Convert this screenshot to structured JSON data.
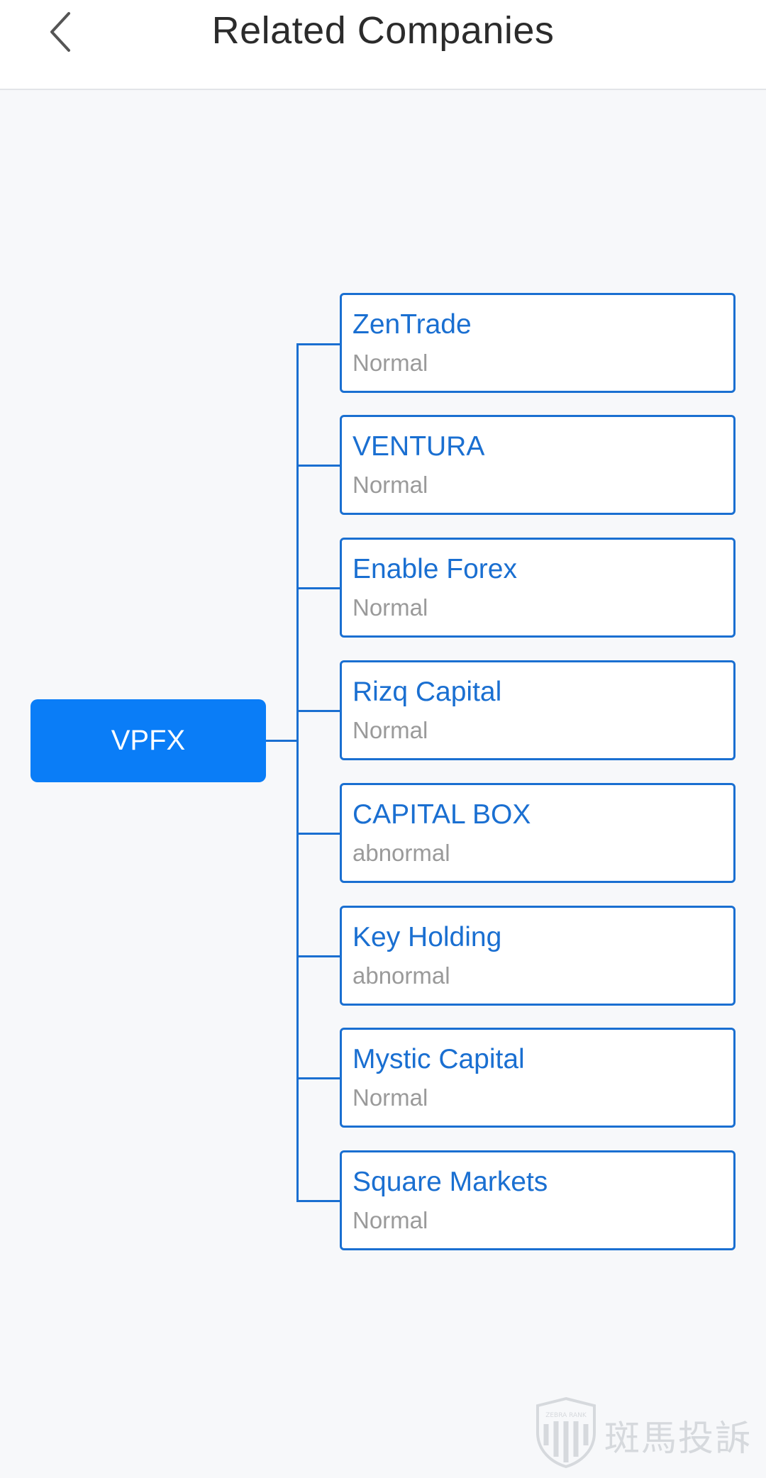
{
  "header": {
    "title": "Related Companies",
    "back_icon": "chevron-left-icon"
  },
  "tree": {
    "root": {
      "label": "VPFX"
    },
    "companies": [
      {
        "name": "ZenTrade",
        "status": "Normal"
      },
      {
        "name": "VENTURA",
        "status": "Normal"
      },
      {
        "name": "Enable Forex",
        "status": "Normal"
      },
      {
        "name": "Rizq Capital",
        "status": "Normal"
      },
      {
        "name": "CAPITAL BOX",
        "status": "abnormal"
      },
      {
        "name": "Key Holding",
        "status": "abnormal"
      },
      {
        "name": "Mystic Capital",
        "status": "Normal"
      },
      {
        "name": "Square Markets",
        "status": "Normal"
      }
    ]
  },
  "watermark": {
    "text": "斑馬投訴",
    "shield_text": "ZEBRA RANK"
  },
  "colors": {
    "accent": "#0a7df7",
    "line": "#1a6fd1",
    "status_text": "#9a9a9a",
    "background": "#f7f8fa"
  }
}
